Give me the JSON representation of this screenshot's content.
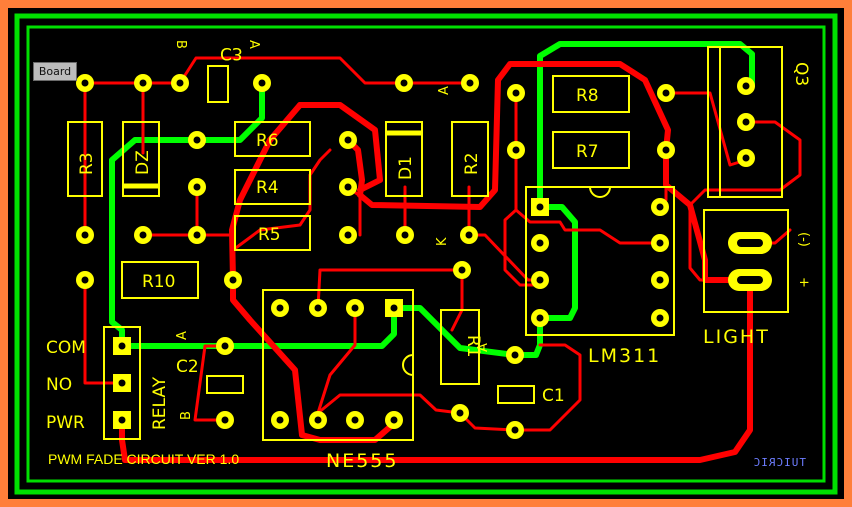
{
  "board_tag": "Board",
  "title": "PWM FADE CIRCUIT VER 1.0",
  "mirrored_text": "TUICRIC",
  "parts": {
    "r3": "R3",
    "dz": "DZ",
    "r6": "R6",
    "r4": "R4",
    "r5": "R5",
    "d1": "D1",
    "r2": "R2",
    "r8": "R8",
    "r7": "R7",
    "r10": "R10",
    "r1": "R1",
    "c1": "C1",
    "c2": "C2",
    "c3": "C3",
    "q3": "Q3",
    "lm311": "LM311",
    "ne555": "NE555",
    "light": "LIGHT",
    "relay": "RELAY"
  },
  "pins": {
    "com": "COM",
    "no": "NO",
    "pwr": "PWR",
    "a": "A",
    "b": "B",
    "k": "K",
    "minus": "(-)",
    "plus": "+"
  },
  "colors": {
    "outer_border": "#ff7f3a",
    "inner_border": "#00e000",
    "top_trace": "#ff0000",
    "bottom_trace": "#00ff00",
    "silkscreen": "#ffff00"
  }
}
